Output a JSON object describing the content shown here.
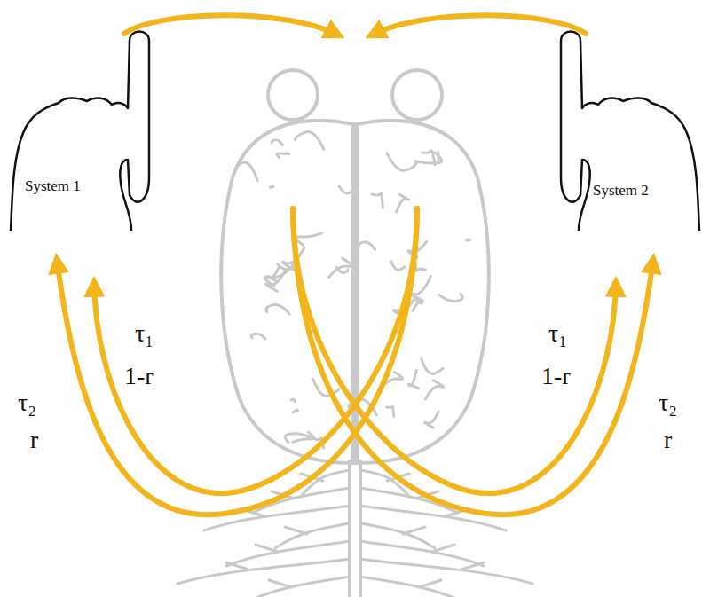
{
  "diagram": {
    "nodes": [
      {
        "text": [
          "System 1"
        ]
      },
      {
        "text": [
          "System 2"
        ]
      }
    ],
    "labels": [
      "τ₁",
      "1-r",
      "τ₂",
      "r",
      "τ₁",
      "1-r",
      "τ₂",
      "r"
    ]
  }
}
